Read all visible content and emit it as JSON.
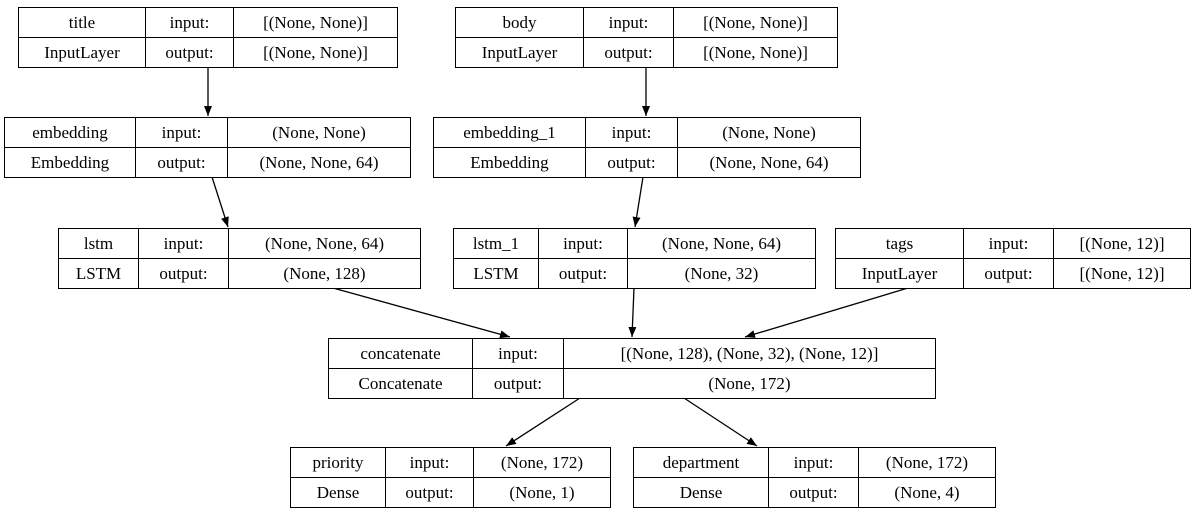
{
  "diagram": {
    "kind": "keras-model-architecture-graph",
    "background_color": "#ffffff",
    "line_color": "#000000",
    "nodes": [
      {
        "name": "title",
        "class_name": "InputLayer",
        "input_label": "input:",
        "output_label": "output:",
        "input_shape": "[(None, None)]",
        "output_shape": "[(None, None)]"
      },
      {
        "name": "body",
        "class_name": "InputLayer",
        "input_label": "input:",
        "output_label": "output:",
        "input_shape": "[(None, None)]",
        "output_shape": "[(None, None)]"
      },
      {
        "name": "embedding",
        "class_name": "Embedding",
        "input_label": "input:",
        "output_label": "output:",
        "input_shape": "(None, None)",
        "output_shape": "(None, None, 64)"
      },
      {
        "name": "embedding_1",
        "class_name": "Embedding",
        "input_label": "input:",
        "output_label": "output:",
        "input_shape": "(None, None)",
        "output_shape": "(None, None, 64)"
      },
      {
        "name": "lstm",
        "class_name": "LSTM",
        "input_label": "input:",
        "output_label": "output:",
        "input_shape": "(None, None, 64)",
        "output_shape": "(None, 128)"
      },
      {
        "name": "lstm_1",
        "class_name": "LSTM",
        "input_label": "input:",
        "output_label": "output:",
        "input_shape": "(None, None, 64)",
        "output_shape": "(None, 32)"
      },
      {
        "name": "tags",
        "class_name": "InputLayer",
        "input_label": "input:",
        "output_label": "output:",
        "input_shape": "[(None, 12)]",
        "output_shape": "[(None, 12)]"
      },
      {
        "name": "concatenate",
        "class_name": "Concatenate",
        "input_label": "input:",
        "output_label": "output:",
        "input_shape": "[(None, 128), (None, 32), (None, 12)]",
        "output_shape": "(None, 172)"
      },
      {
        "name": "priority",
        "class_name": "Dense",
        "input_label": "input:",
        "output_label": "output:",
        "input_shape": "(None, 172)",
        "output_shape": "(None, 1)"
      },
      {
        "name": "department",
        "class_name": "Dense",
        "input_label": "input:",
        "output_label": "output:",
        "input_shape": "(None, 172)",
        "output_shape": "(None, 4)"
      }
    ],
    "edges": [
      {
        "from": "title",
        "to": "embedding"
      },
      {
        "from": "body",
        "to": "embedding_1"
      },
      {
        "from": "embedding",
        "to": "lstm"
      },
      {
        "from": "embedding_1",
        "to": "lstm_1"
      },
      {
        "from": "lstm",
        "to": "concatenate"
      },
      {
        "from": "lstm_1",
        "to": "concatenate"
      },
      {
        "from": "tags",
        "to": "concatenate"
      },
      {
        "from": "concatenate",
        "to": "priority"
      },
      {
        "from": "concatenate",
        "to": "department"
      }
    ]
  }
}
